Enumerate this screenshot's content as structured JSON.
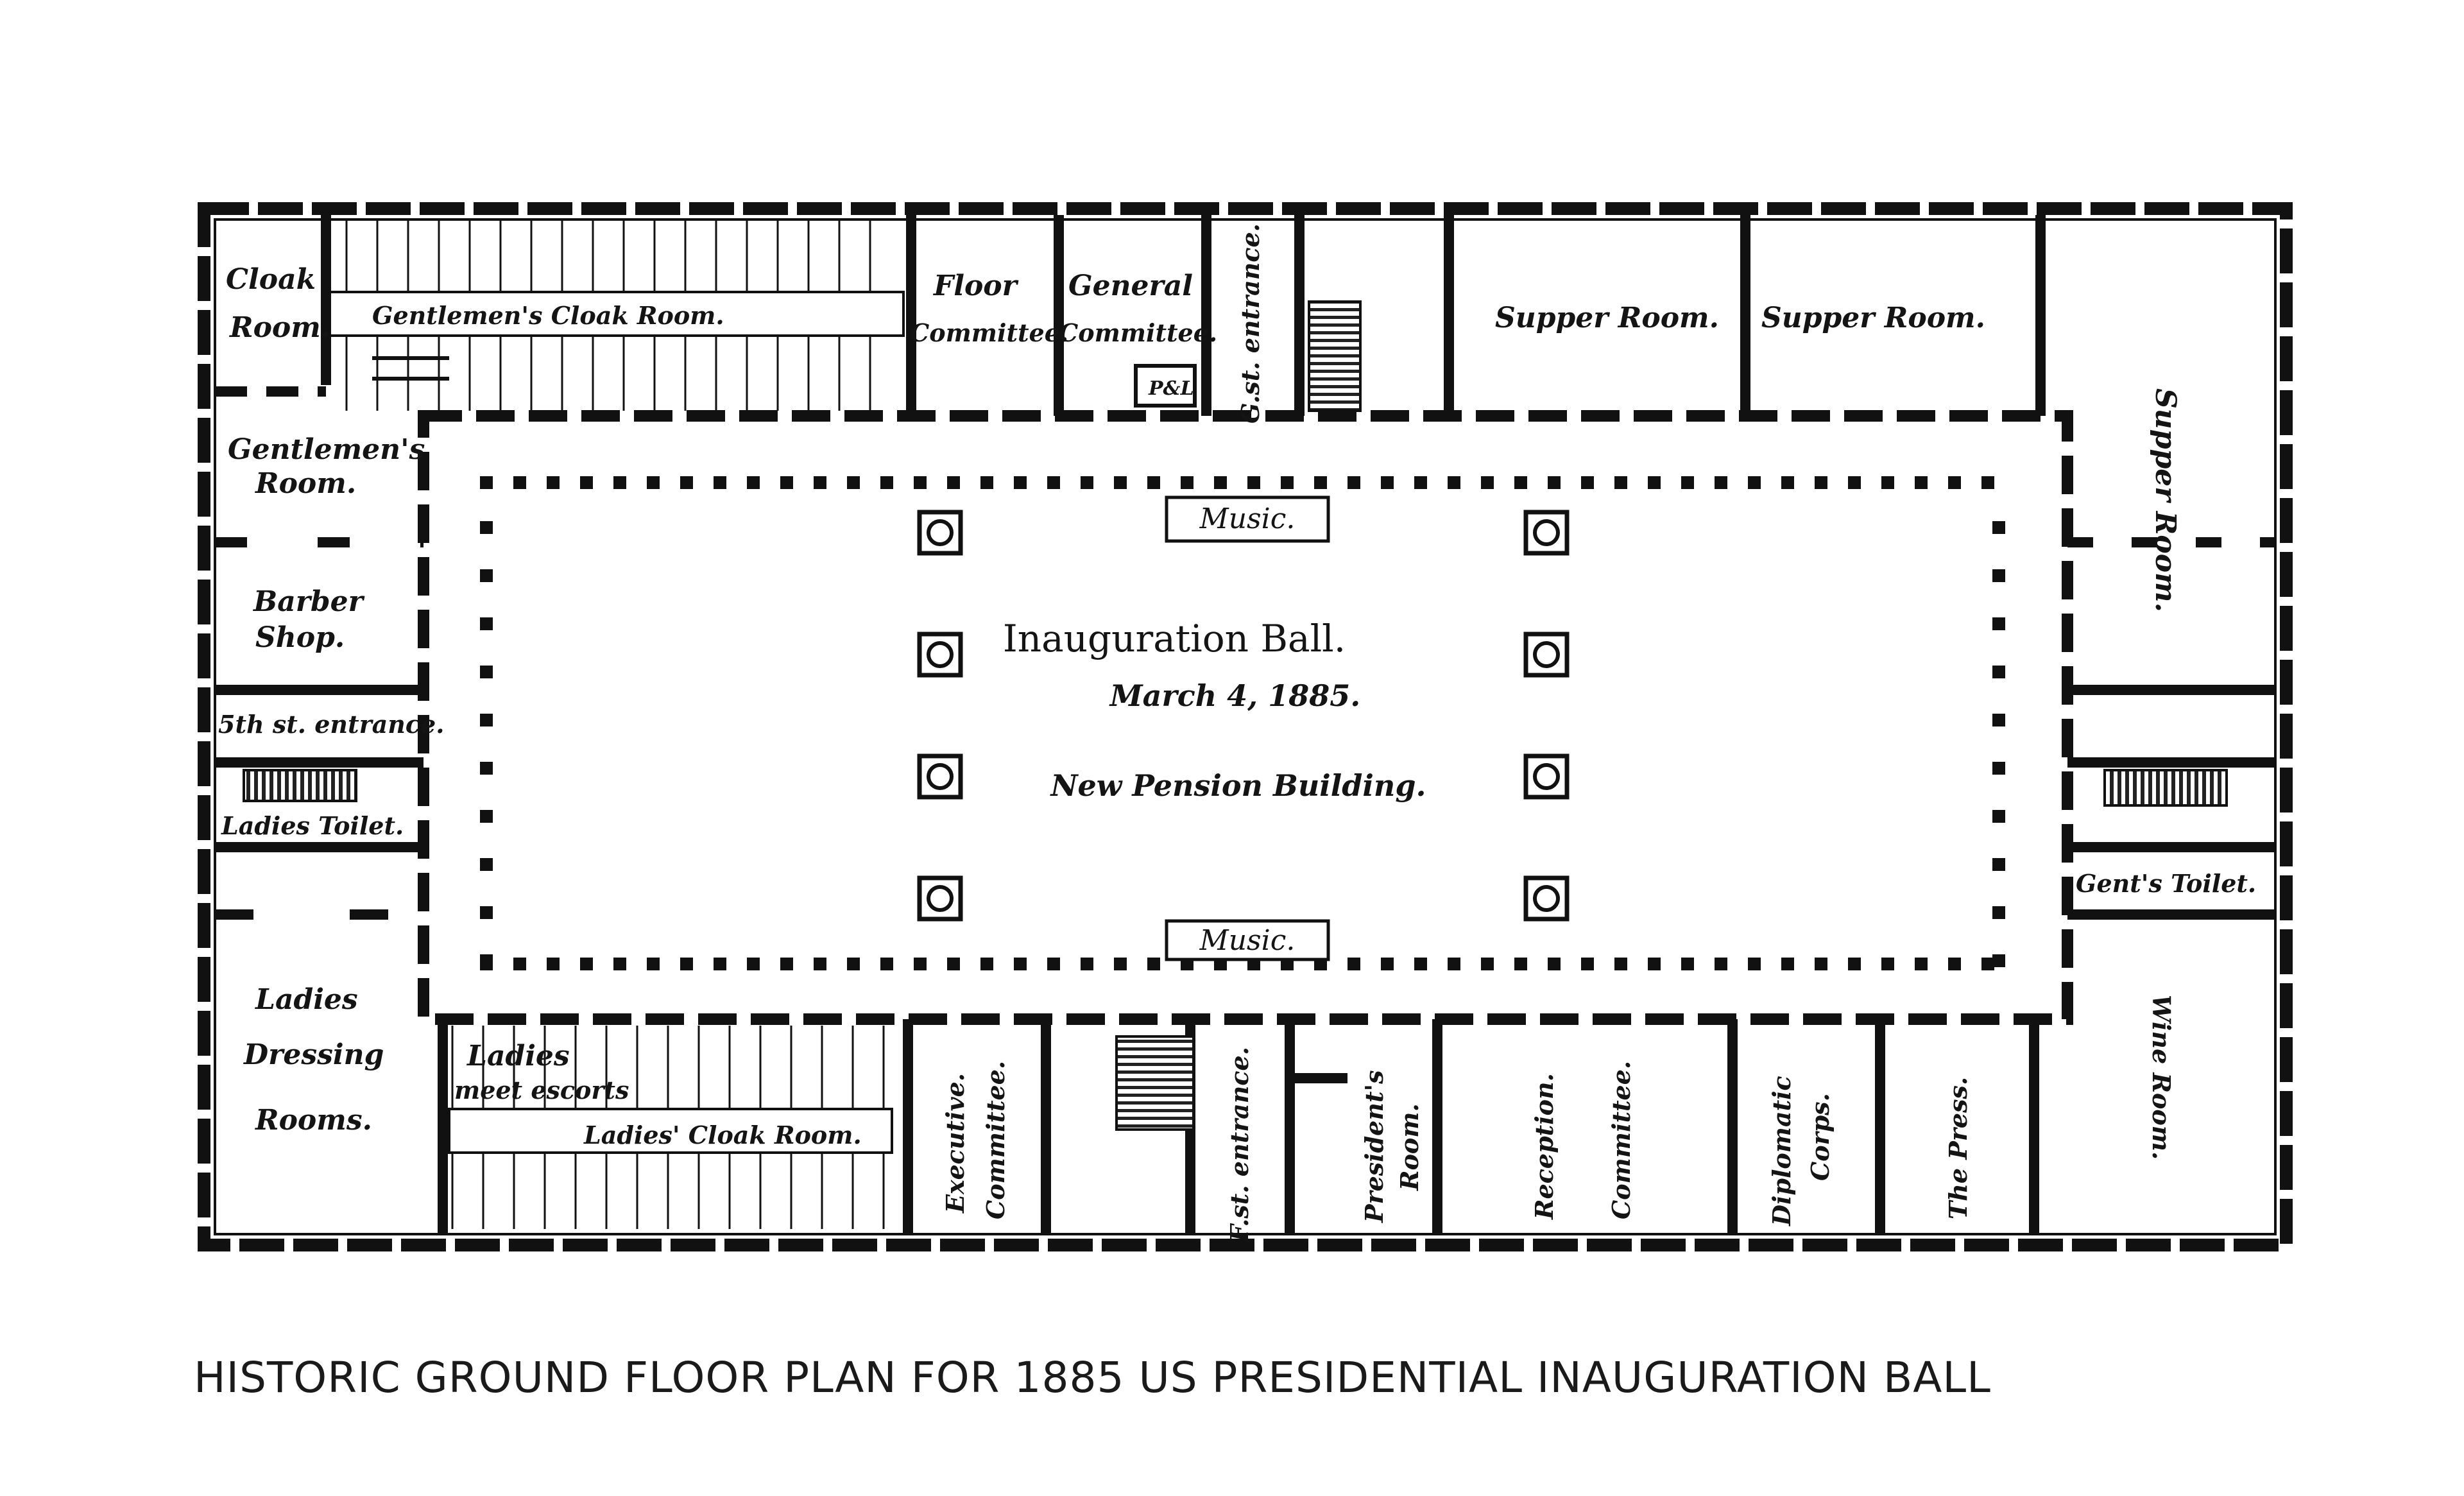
{
  "caption": "HISTORIC GROUND FLOOR PLAN FOR 1885 US PRESIDENTIAL INAUGURATION BALL",
  "center": {
    "title": "Inauguration Ball.",
    "date": "March 4, 1885.",
    "building": "New Pension Building."
  },
  "music_top": "Music.",
  "music_bottom": "Music.",
  "rooms": {
    "cloak_room": [
      "Cloak",
      "Room."
    ],
    "gentlemens_cloak_room": "Gentlemen's Cloak Room.",
    "floor_committee": [
      "Floor",
      "Committee."
    ],
    "general_committee": [
      "General",
      "Committee."
    ],
    "pl": "P&L",
    "g_st_entrance": "G.st. entrance.",
    "supper_room_1": "Supper Room.",
    "supper_room_2": "Supper Room.",
    "supper_room_3": "Supper Room.",
    "gentlemens_room": [
      "Gentlemen's",
      "Room."
    ],
    "barber_shop": [
      "Barber",
      "Shop."
    ],
    "fifth_st_entrance": "5th st. entrance.",
    "ladies_toilet": "Ladies Toilet.",
    "gents_toilet": "Gent's Toilet.",
    "ladies_dressing_rooms": [
      "Ladies",
      "Dressing",
      "Rooms."
    ],
    "ladies_meet_escorts": [
      "Ladies",
      "meet escorts"
    ],
    "ladies_cloak_room": "Ladies' Cloak Room.",
    "executive_committee": [
      "Executive.",
      "Committee."
    ],
    "f_st_entrance": "F.st. entrance.",
    "presidents_room": [
      "President's",
      "Room."
    ],
    "reception_committee": [
      "Reception.",
      "Committee."
    ],
    "diplomatic_corps": [
      "Diplomatic",
      "Corps."
    ],
    "the_press": "The Press.",
    "wine_room": "Wine Room."
  }
}
